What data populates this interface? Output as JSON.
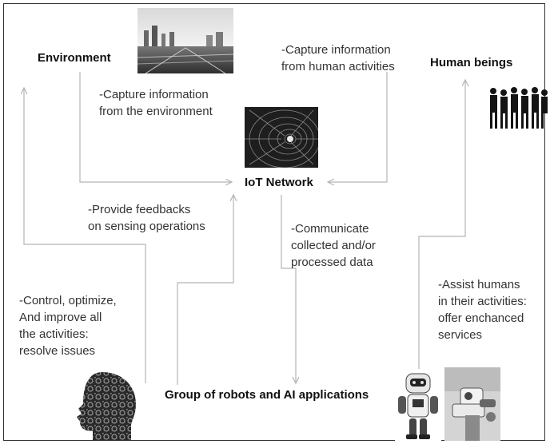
{
  "nodes": {
    "environment": "Environment",
    "human_beings": "Human beings",
    "iot_network": "IoT Network",
    "robots_ai": "Group of robots and AI applications"
  },
  "annotations": {
    "capture_env": [
      "-Capture information",
      "from the environment"
    ],
    "capture_human": [
      "-Capture information",
      "from human activities"
    ],
    "feedback": [
      "-Provide feedbacks",
      "on sensing operations"
    ],
    "communicate": [
      "-Communicate",
      "collected and/or",
      "processed data"
    ],
    "control": [
      "-Control, optimize,",
      "And improve all",
      "the activities:",
      "resolve issues"
    ],
    "assist": [
      "-Assist humans",
      "in their activities:",
      "offer enchanced",
      "services"
    ]
  },
  "images": [
    "city-highway-photo",
    "data-tunnel-image",
    "people-silhouettes",
    "gear-head-silhouette",
    "humanoid-robot-photo",
    "robot-arm-photo"
  ],
  "colors": {
    "line": "#b5b5b5",
    "text": "#333333",
    "frame": "#333333"
  }
}
